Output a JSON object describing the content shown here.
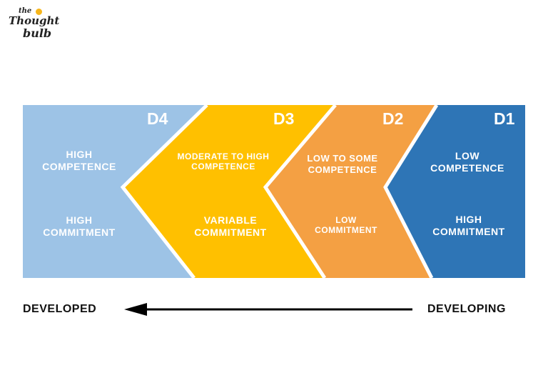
{
  "logo": {
    "word1": "the",
    "word2": "Thought",
    "word3": "bulb",
    "bulb_color": "#f6b51a"
  },
  "stages": [
    {
      "id": "D4",
      "competence": "HIGH COMPETENCE",
      "commitment": "HIGH COMMITMENT",
      "color": "#9dc3e6"
    },
    {
      "id": "D3",
      "competence": "MODERATE TO HIGH COMPETENCE",
      "commitment": "VARIABLE COMMITMENT",
      "color": "#ffc000"
    },
    {
      "id": "D2",
      "competence": "LOW TO SOME COMPETENCE",
      "commitment": "LOW COMMITMENT",
      "color": "#f4a043"
    },
    {
      "id": "D1",
      "competence": "LOW COMPETENCE",
      "commitment": "HIGH COMMITMENT",
      "color": "#2e75b6"
    }
  ],
  "axis": {
    "left_label": "DEVELOPED",
    "right_label": "DEVELOPING",
    "arrow_color": "#000000"
  }
}
